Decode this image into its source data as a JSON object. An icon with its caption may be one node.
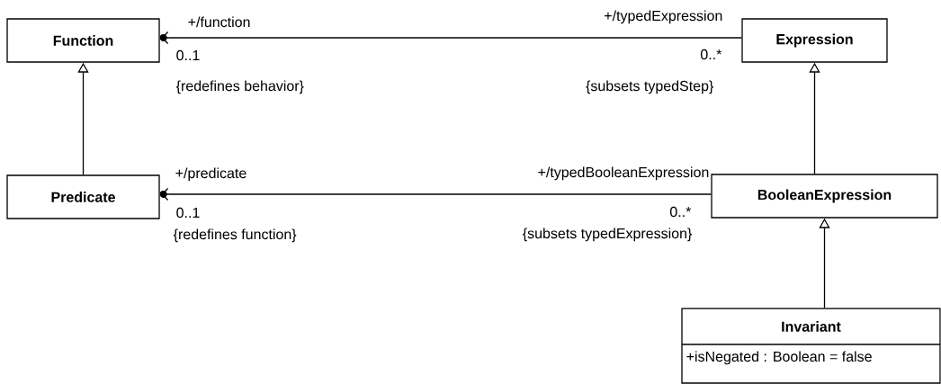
{
  "diagram": {
    "nodes": [
      {
        "text": [
          "Function"
        ]
      },
      {
        "text": [
          "Expression"
        ]
      },
      {
        "text": [
          "Predicate"
        ]
      },
      {
        "text": [
          "BooleanExpression"
        ]
      },
      {
        "text": [
          "Invariant",
          "+isNegated : Boolean = false"
        ]
      }
    ],
    "edges": [
      {
        "from": 1,
        "to": 0,
        "arrow": "to"
      },
      {
        "from": 2,
        "to": 0,
        "arrow": "to"
      },
      {
        "from": 3,
        "to": 1,
        "arrow": "to"
      },
      {
        "from": 3,
        "to": 2,
        "arrow": "to"
      },
      {
        "from": 4,
        "to": 3,
        "arrow": "to"
      }
    ],
    "labels": [
      "+/function",
      "+/typedExpression",
      "0..1",
      "0..*",
      "{redefines behavior}",
      "{subsets typedStep}",
      "+/predicate",
      "+/typedBooleanExpression",
      "0..1",
      "0..*",
      "{redefines function}",
      "{subsets typedExpression}"
    ]
  }
}
